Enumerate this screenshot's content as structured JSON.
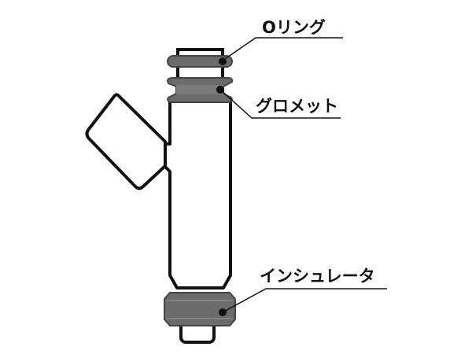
{
  "labels": {
    "o_ring": "Oリング",
    "grommet": "グロメット",
    "insulator": "インシュレータ"
  },
  "colors": {
    "outline": "#111111",
    "rubber_part": "#6b6b6b",
    "body": "#ffffff"
  }
}
